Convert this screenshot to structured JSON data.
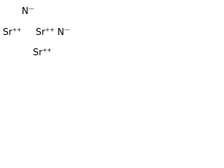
{
  "ions": [
    {
      "symbol": "N",
      "charge": "---"
    },
    {
      "symbol": "Sr",
      "charge": "++"
    },
    {
      "symbol": "Sr",
      "charge": "++"
    },
    {
      "symbol": "N",
      "charge": "---"
    },
    {
      "symbol": "Sr",
      "charge": "++"
    }
  ]
}
